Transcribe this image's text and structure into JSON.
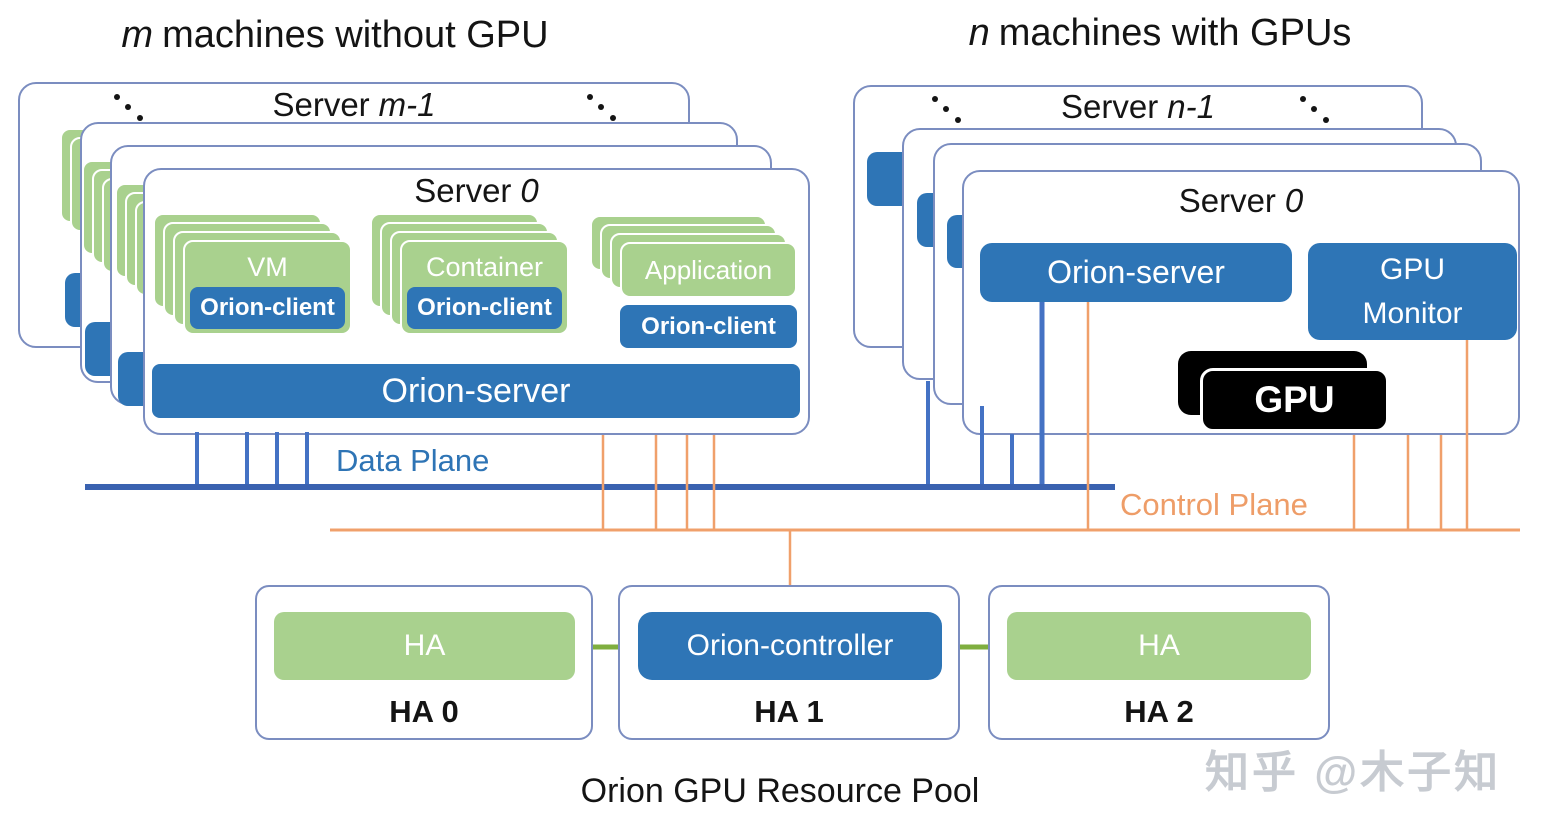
{
  "titles": {
    "left_machines": {
      "italic": "m",
      "text": "machines without GPU"
    },
    "right_machines": {
      "italic": "n",
      "text": "machines with GPUs"
    },
    "pool": "Orion GPU Resource Pool",
    "watermark": "知乎 @木子知"
  },
  "left_stack": {
    "back_title": {
      "prefix": "Server",
      "suffix_italic": "m-1"
    },
    "front_title": {
      "prefix": "Server",
      "suffix_italic": "0"
    },
    "groups": [
      {
        "label": "VM",
        "client": "Orion-client"
      },
      {
        "label": "Container",
        "client": "Orion-client"
      },
      {
        "label": "Application",
        "client": "Orion-client"
      }
    ],
    "server_bar": "Orion-server"
  },
  "right_stack": {
    "back_title": {
      "prefix": "Server",
      "suffix_italic": "n-1"
    },
    "front_title": {
      "prefix": "Server",
      "suffix_italic": "0"
    },
    "orion_server": "Orion-server",
    "gpu_monitor": {
      "line1": "GPU",
      "line2": "Monitor"
    },
    "gpu": "GPU"
  },
  "planes": {
    "data": "Data Plane",
    "control": "Control Plane"
  },
  "ha_row": {
    "cards": [
      {
        "box": "HA",
        "caption": "HA 0"
      },
      {
        "box": "Orion-controller",
        "caption": "HA 1"
      },
      {
        "box": "HA",
        "caption": "HA 2"
      }
    ]
  },
  "colors": {
    "box_blue": "#2E75B6",
    "box_green": "#A9D18E",
    "gpu_black": "#000000",
    "card_border": "#7B8DC0",
    "line_blue": "#4472C4",
    "bus_blue": "#3A62B0",
    "orange": "#F0A06B",
    "connector_green": "#7FAE3F",
    "label_blue": "#2E74B5",
    "watermark_gray": "#C7CBD1"
  }
}
